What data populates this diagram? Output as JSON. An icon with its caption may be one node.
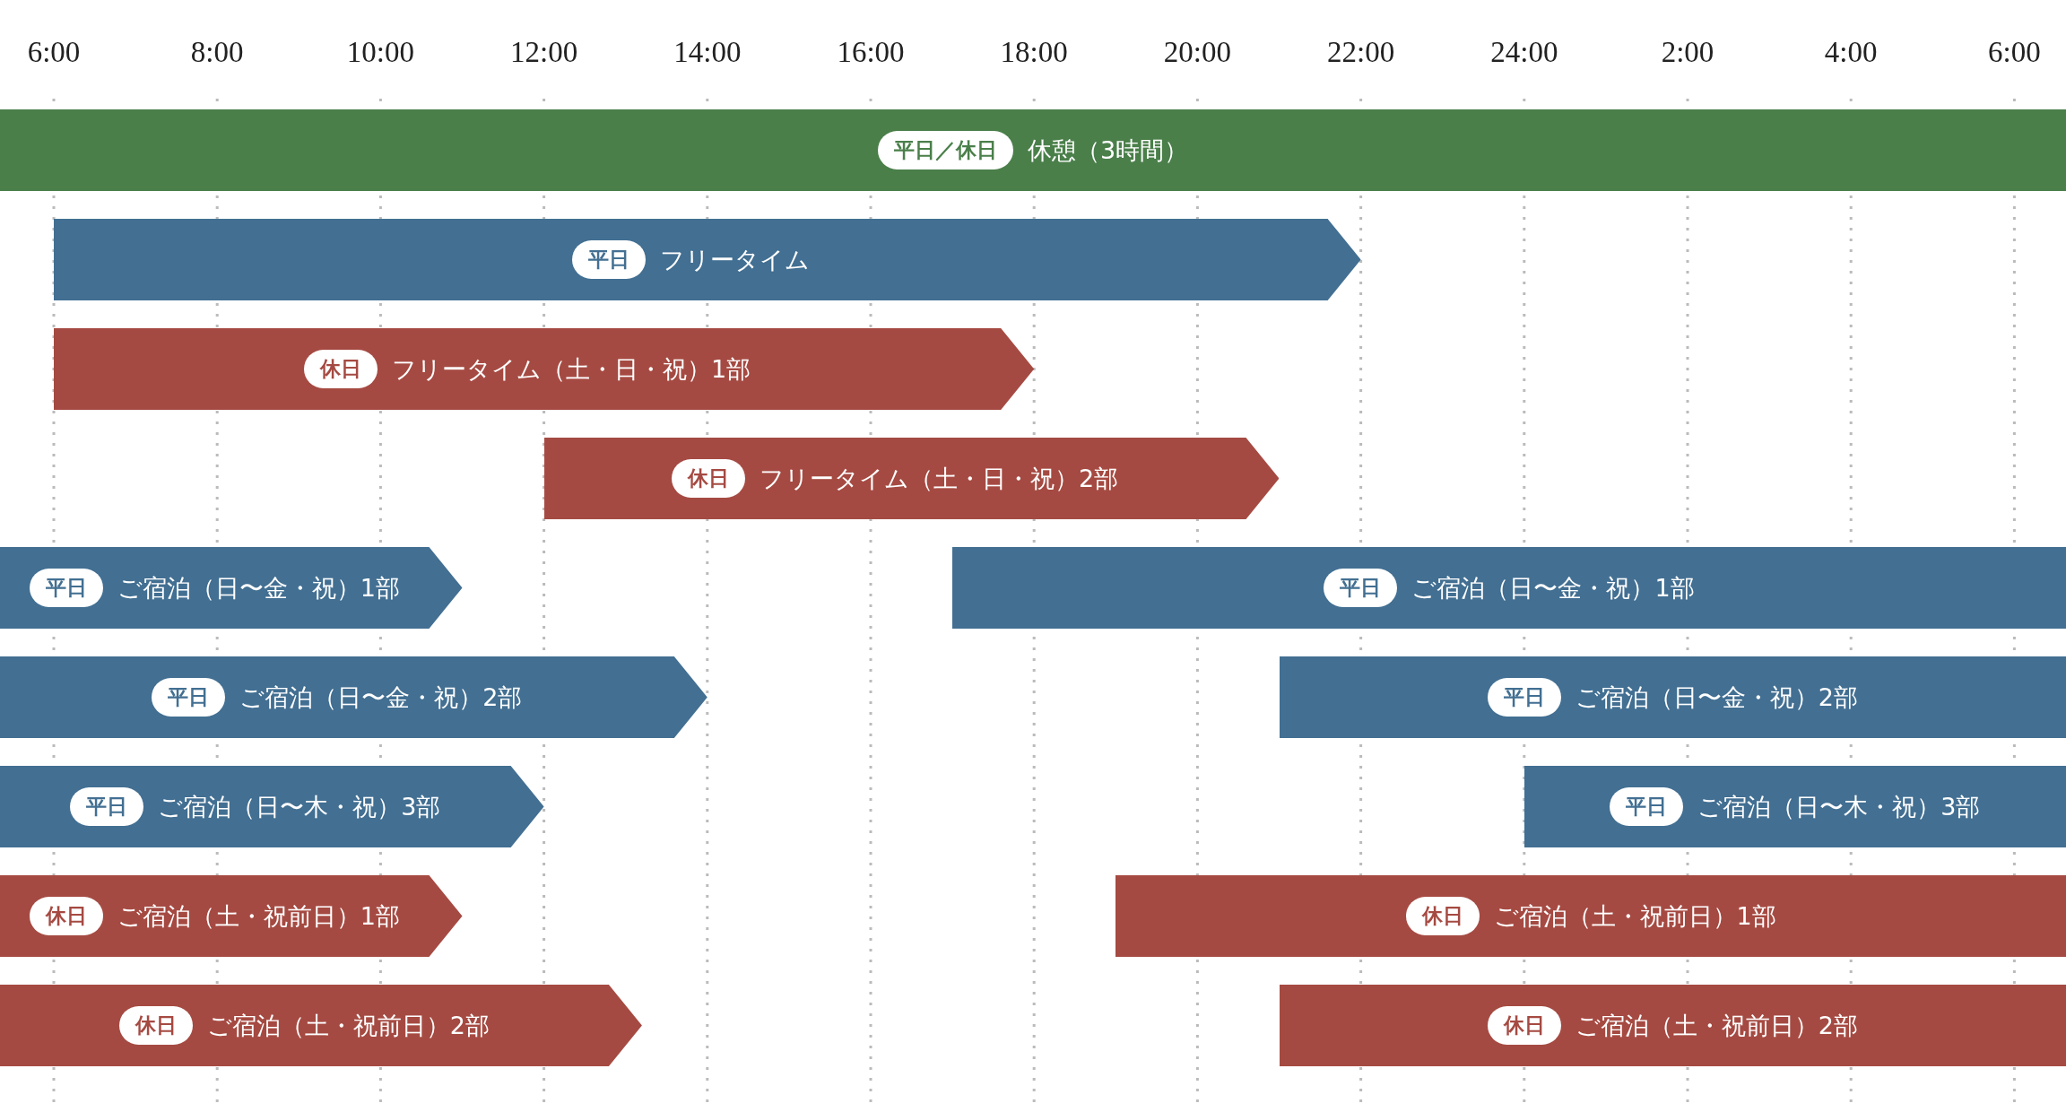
{
  "diagram": {
    "nodes": [
      {
        "text": [
          "平日／休日",
          "休憩（3時間）"
        ]
      },
      {
        "text": [
          "平日",
          "フリータイム"
        ]
      },
      {
        "text": [
          "休日",
          "フリータイム（土・日・祝）1部"
        ]
      },
      {
        "text": [
          "休日",
          "フリータイム（土・日・祝）2部"
        ]
      },
      {
        "text": [
          "平日",
          "ご宿泊（日〜金・祝）1部"
        ]
      },
      {
        "text": [
          "平日",
          "ご宿泊（日〜金・祝）1部"
        ]
      },
      {
        "text": [
          "平日",
          "ご宿泊（日〜金・祝）2部"
        ]
      },
      {
        "text": [
          "平日",
          "ご宿泊（日〜金・祝）2部"
        ]
      },
      {
        "text": [
          "平日",
          "ご宿泊（日〜木・祝）3部"
        ]
      },
      {
        "text": [
          "平日",
          "ご宿泊（日〜木・祝）3部"
        ]
      },
      {
        "text": [
          "休日",
          "ご宿泊（土・祝前日）1部"
        ]
      },
      {
        "text": [
          "休日",
          "ご宿泊（土・祝前日）1部"
        ]
      },
      {
        "text": [
          "休日",
          "ご宿泊（土・祝前日）2部"
        ]
      },
      {
        "text": [
          "休日",
          "ご宿泊（土・祝前日）2部"
        ]
      }
    ],
    "labels": [
      "6:00",
      "8:00",
      "10:00",
      "12:00",
      "14:00",
      "16:00",
      "18:00",
      "20:00",
      "22:00",
      "24:00",
      "2:00",
      "4:00",
      "6:00"
    ]
  }
}
